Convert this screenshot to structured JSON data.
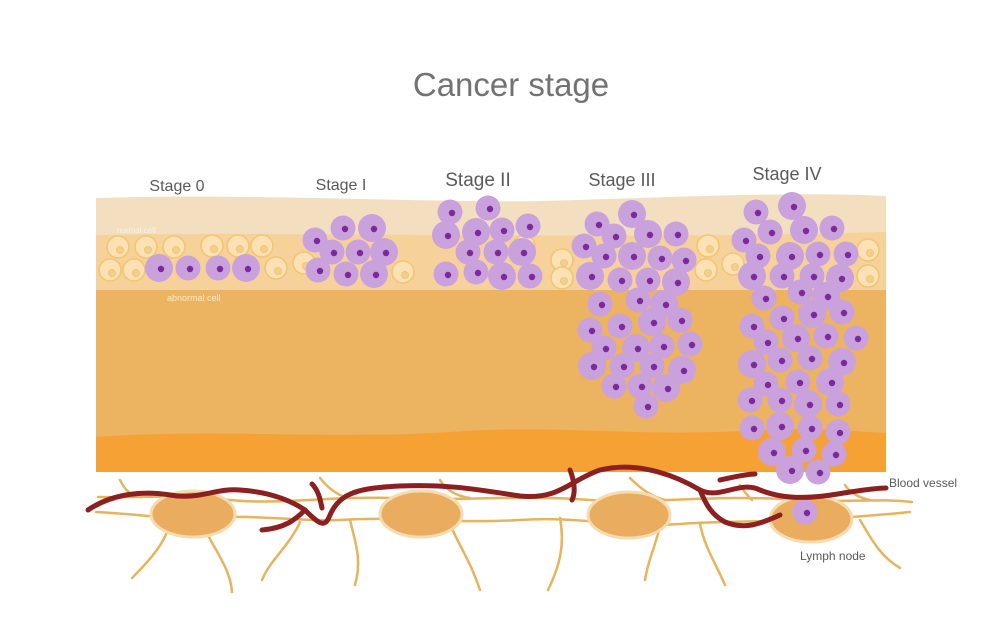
{
  "title": "Cancer stage",
  "stages": [
    "Stage 0",
    "Stage I",
    "Stage II",
    "Stage III",
    "Stage IV"
  ],
  "labels": {
    "normal_cell": "normal cell",
    "abnormal_cell": "abnormal cell",
    "blood_vessel": "Blood vessel",
    "lymph_node": "Lymph node"
  },
  "colors": {
    "top_layer": "#f3dfbf",
    "cell_layer": "#f6d29a",
    "tissue": "#ecb360",
    "deep_tissue": "#f5a134",
    "normal_cell": "#f3c473",
    "abnormal_cell": "#c9a1dd",
    "nucleus": "#7c2a9a",
    "vessel": "#8c1f1f",
    "lymph": "#eaad5f",
    "lymph_vessel": "#e6b45e"
  }
}
